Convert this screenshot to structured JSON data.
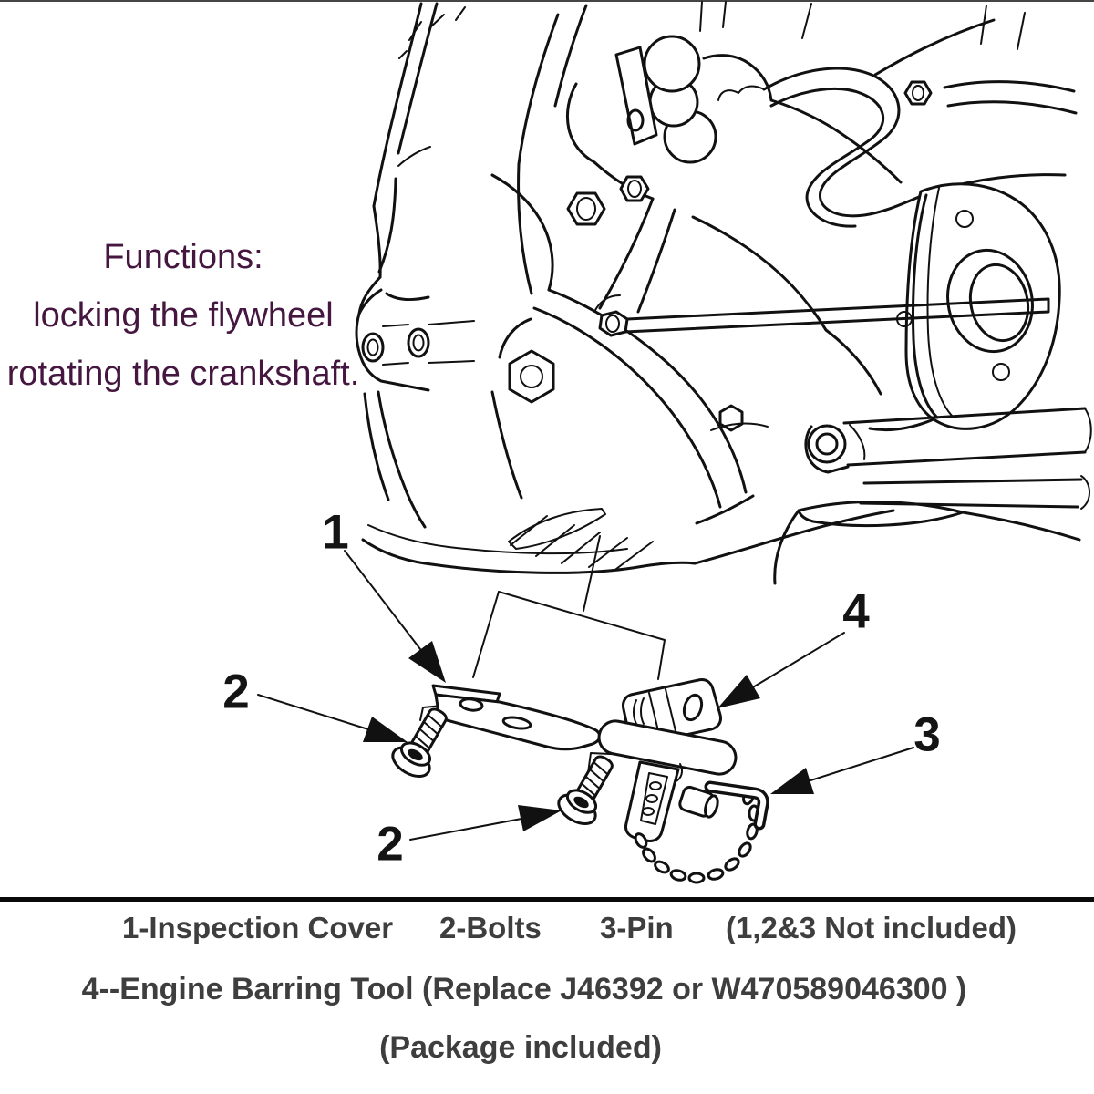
{
  "canvas": {
    "background": "#ffffff",
    "ink": "#111111",
    "divider_color": "#0a0a0a"
  },
  "functions_note": {
    "color": "#451740",
    "lines": [
      "Functions:",
      "locking the flywheel",
      "rotating the crankshaft."
    ]
  },
  "callouts": {
    "one": "1",
    "two_a": "2",
    "two_b": "2",
    "three": "3",
    "four": "4"
  },
  "legend": {
    "color": "#3e3e3e",
    "row1": [
      "1-Inspection Cover",
      "2-Bolts",
      "3-Pin",
      "(1,2&3 Not included)"
    ],
    "row2": "4--Engine Barring Tool (Replace J46392 or W470589046300 )",
    "row3": "(Package included)"
  }
}
